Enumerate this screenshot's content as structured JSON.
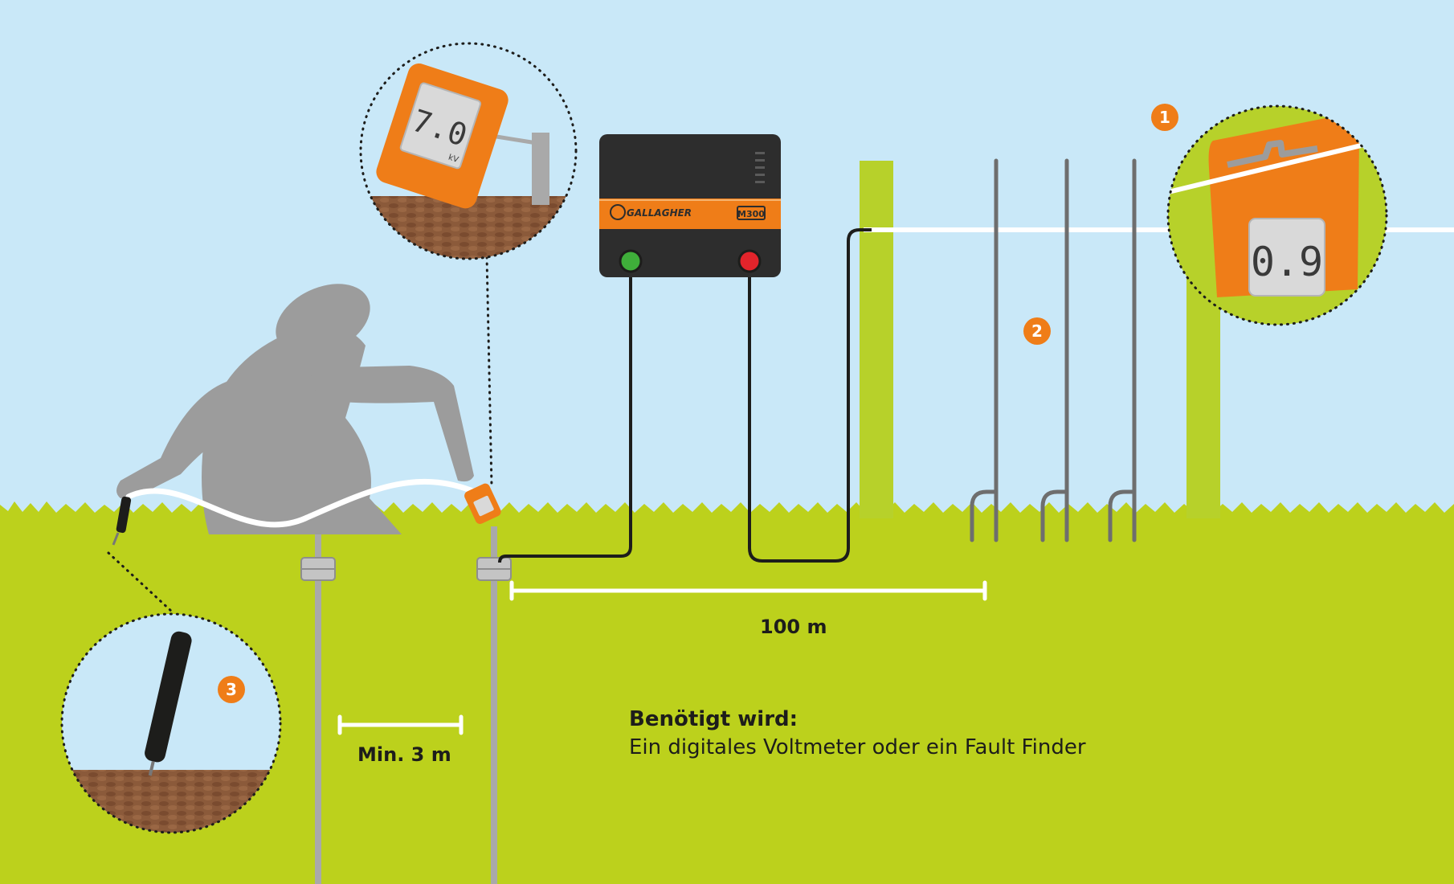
{
  "colors": {
    "sky": "#c9e8f8",
    "grass": "#bcd11c",
    "grass_dark": "#a9bd12",
    "post": "#b7d12a",
    "accent": "#ef7d18",
    "energizer_body": "#2d2d2d",
    "soil": "#8b5a3a",
    "silhouette": "#9c9c9c",
    "terminal_earth": "#3fae3a",
    "terminal_fence": "#e2242b"
  },
  "energizer": {
    "brand": "GALLAGHER",
    "model": "M300"
  },
  "callouts": {
    "one": {
      "number": "1",
      "display": "0.9"
    },
    "two": {
      "number": "2"
    },
    "three": {
      "number": "3"
    },
    "top": {
      "display": "7.0",
      "unit": "kV"
    }
  },
  "tester_unit": "kV",
  "distances": {
    "fence_length": "100 m",
    "min_spacing": "Min. 3 m"
  },
  "requirement": {
    "title": "Benötigt wird:",
    "text": "Ein digitales Voltmeter oder ein Fault Finder"
  }
}
